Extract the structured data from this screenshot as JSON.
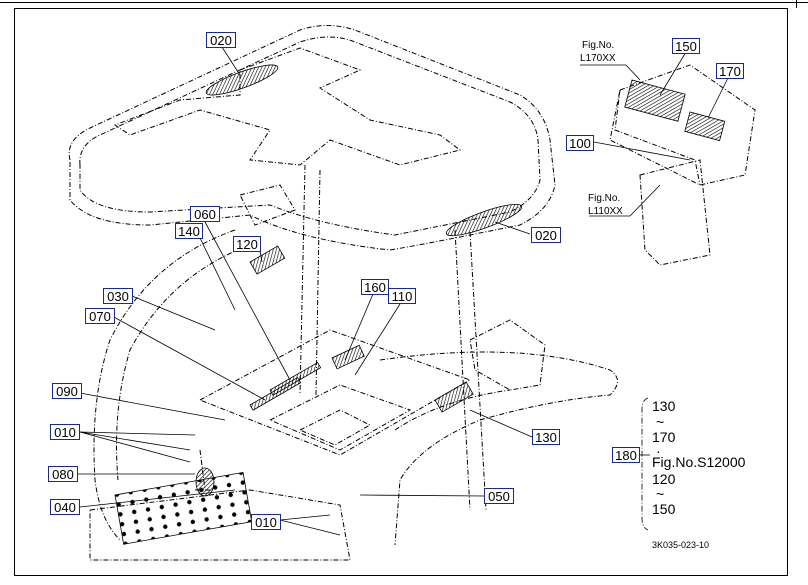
{
  "callouts": {
    "c020_top": "020",
    "c020_right": "020",
    "c150": "150",
    "c170": "170",
    "c100": "100",
    "c060": "060",
    "c140": "140",
    "c120": "120",
    "c030": "030",
    "c070": "070",
    "c160": "160",
    "c110": "110",
    "c090": "090",
    "c010_left": "010",
    "c080": "080",
    "c040": "040",
    "c010_bottom": "010",
    "c050": "050",
    "c130": "130",
    "c180": "180"
  },
  "labels": {
    "fig_l170_title": "Fig.No.",
    "fig_l170_code": "L170XX",
    "fig_l110_title": "Fig.No.",
    "fig_l110_code": "L110XX",
    "range_top": "130",
    "range_tilde1": "~",
    "range_mid": "170",
    "range_dot": "·",
    "range_fig": "Fig.No.S12000",
    "range_120": "120",
    "range_tilde2": "~",
    "range_bottom": "150",
    "drawing_code": "3K035-023-10"
  }
}
